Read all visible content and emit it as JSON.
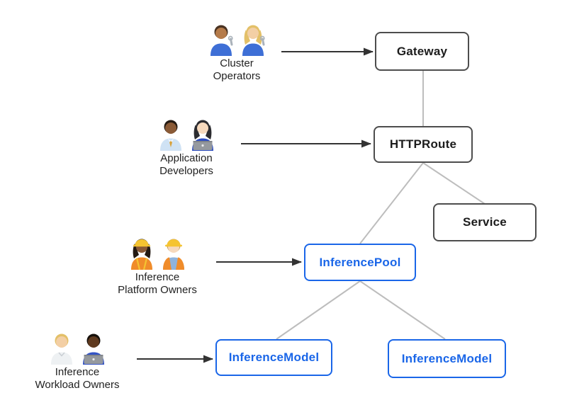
{
  "personas": [
    {
      "name": "cluster-operators",
      "label_lines": [
        "Cluster",
        "Operators"
      ],
      "icons": [
        "man-mechanic-emoji",
        "woman-mechanic-emoji"
      ],
      "emoji": "👨🏽‍🔧 👩🏼‍🔧",
      "people": [
        {
          "skin": "#b57b4a",
          "hair": "#4a3322",
          "top": "#3e6fd6",
          "wrench": true
        },
        {
          "skin": "#f3cfa5",
          "hair": "#e3c068",
          "top": "#3e6fd6",
          "longhair": true,
          "wrench": true
        }
      ]
    },
    {
      "name": "application-developers",
      "label_lines": [
        "Application",
        "Developers"
      ],
      "icons": [
        "man-office-worker-emoji",
        "woman-technologist-emoji"
      ],
      "emoji": "👨🏾‍💼 👩🏻‍💻",
      "people": [
        {
          "skin": "#8a5a36",
          "hair": "#241a12",
          "top": "#cfe2f4",
          "tie": true
        },
        {
          "skin": "#f6d9bd",
          "hair": "#2c2c30",
          "top": "#2f4fc2",
          "longhair": true,
          "laptop": true
        }
      ]
    },
    {
      "name": "inference-platform-owners",
      "label_lines": [
        "Inference",
        "Platform Owners"
      ],
      "icons": [
        "woman-construction-worker-emoji",
        "man-construction-worker-emoji"
      ],
      "emoji": "👷🏾‍♀️ 👷🏻",
      "people": [
        {
          "skin": "#8a5a36",
          "hair": "#241a12",
          "top": "#f08c2a",
          "helmet": true,
          "longhair": true,
          "stripes": true
        },
        {
          "skin": "#f6d9bd",
          "hair": "#c8a060",
          "top": "#8fb3dc",
          "helmet": true,
          "vest": true
        }
      ]
    },
    {
      "name": "inference-workload-owners",
      "label_lines": [
        "Inference",
        "Workload Owners"
      ],
      "icons": [
        "health-worker-emoji",
        "man-technologist-emoji"
      ],
      "emoji": "🧑🏼‍⚕️ 🧑🏿‍💻",
      "people": [
        {
          "skin": "#f3cfa5",
          "hair": "#e3c068",
          "top": "#eef1f3",
          "lapels": true
        },
        {
          "skin": "#5f3a1f",
          "hair": "#16100b",
          "top": "#3353c4",
          "laptop": true
        }
      ]
    }
  ],
  "nodes": {
    "gateway": {
      "label": "Gateway",
      "style": "gray"
    },
    "httproute": {
      "label": "HTTPRoute",
      "style": "gray"
    },
    "service": {
      "label": "Service",
      "style": "gray"
    },
    "inference_pool": {
      "label": "InferencePool",
      "style": "blue"
    },
    "inference_model_left": {
      "label": "InferenceModel",
      "style": "blue"
    },
    "inference_model_right": {
      "label": "InferenceModel",
      "style": "blue"
    }
  },
  "edges": [
    {
      "from": "Gateway",
      "to": "HTTPRoute",
      "type": "line"
    },
    {
      "from": "HTTPRoute",
      "to": "Service",
      "type": "line"
    },
    {
      "from": "HTTPRoute",
      "to": "InferencePool",
      "type": "line"
    },
    {
      "from": "InferencePool",
      "to": "InferenceModel (left)",
      "type": "line"
    },
    {
      "from": "InferencePool",
      "to": "InferenceModel (right)",
      "type": "line"
    },
    {
      "from": "Cluster Operators",
      "to": "Gateway",
      "type": "arrow"
    },
    {
      "from": "Application Developers",
      "to": "HTTPRoute",
      "type": "arrow"
    },
    {
      "from": "Inference Platform Owners",
      "to": "InferencePool",
      "type": "arrow"
    },
    {
      "from": "Inference Workload Owners",
      "to": "InferenceModel (left)",
      "type": "arrow"
    }
  ],
  "colors": {
    "node_blue": "#1a66e8",
    "node_gray_border": "#4d4d4d",
    "connector_gray": "#bdbdbd",
    "arrow_dark": "#333333",
    "label_text": "#222222",
    "background": "#ffffff"
  }
}
